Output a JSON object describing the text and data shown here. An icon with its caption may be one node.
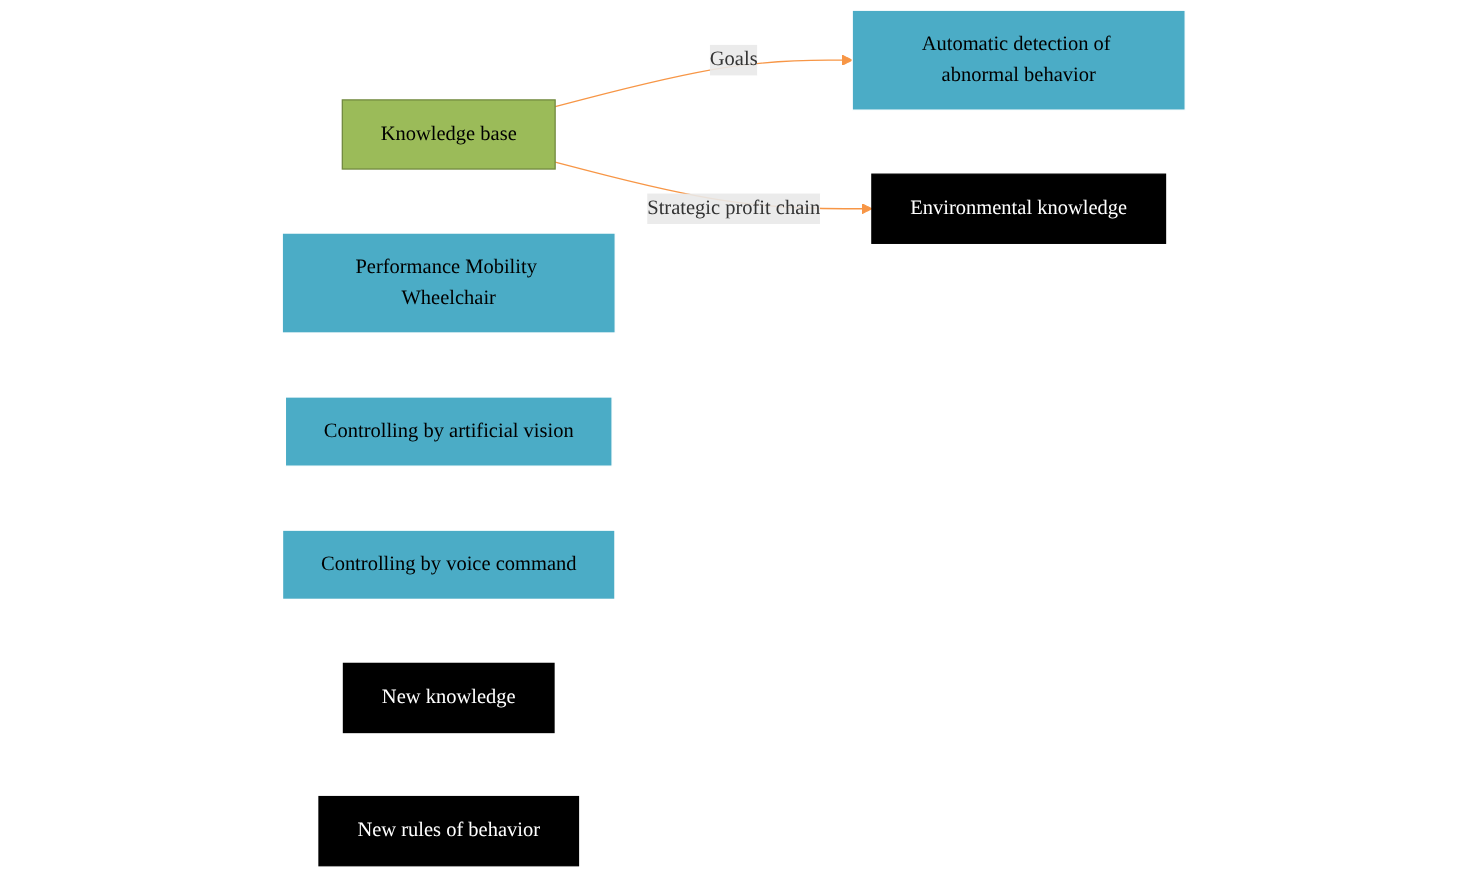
{
  "diagram": {
    "nodes": [
      {
        "text": [
          "Knowledge base"
        ]
      },
      {
        "text": [
          "Automatic detection of abnormal behavior"
        ]
      },
      {
        "text": [
          "Performance Mobility Wheelchair"
        ]
      },
      {
        "text": [
          "Controlling by artificial vision"
        ]
      },
      {
        "text": [
          "Controlling by voice command"
        ]
      },
      {
        "text": [
          "Environmental knowledge"
        ]
      },
      {
        "text": [
          "New knowledge"
        ]
      },
      {
        "text": [
          "New rules of behavior"
        ]
      }
    ],
    "edges": [
      {
        "from": 0,
        "to": 1,
        "arrow": "to",
        "label": "Goals",
        "color": "#f79646"
      },
      {
        "from": 0,
        "to": 5,
        "arrow": "to",
        "label": "Strategic profit chain",
        "color": "#f79646"
      }
    ]
  }
}
